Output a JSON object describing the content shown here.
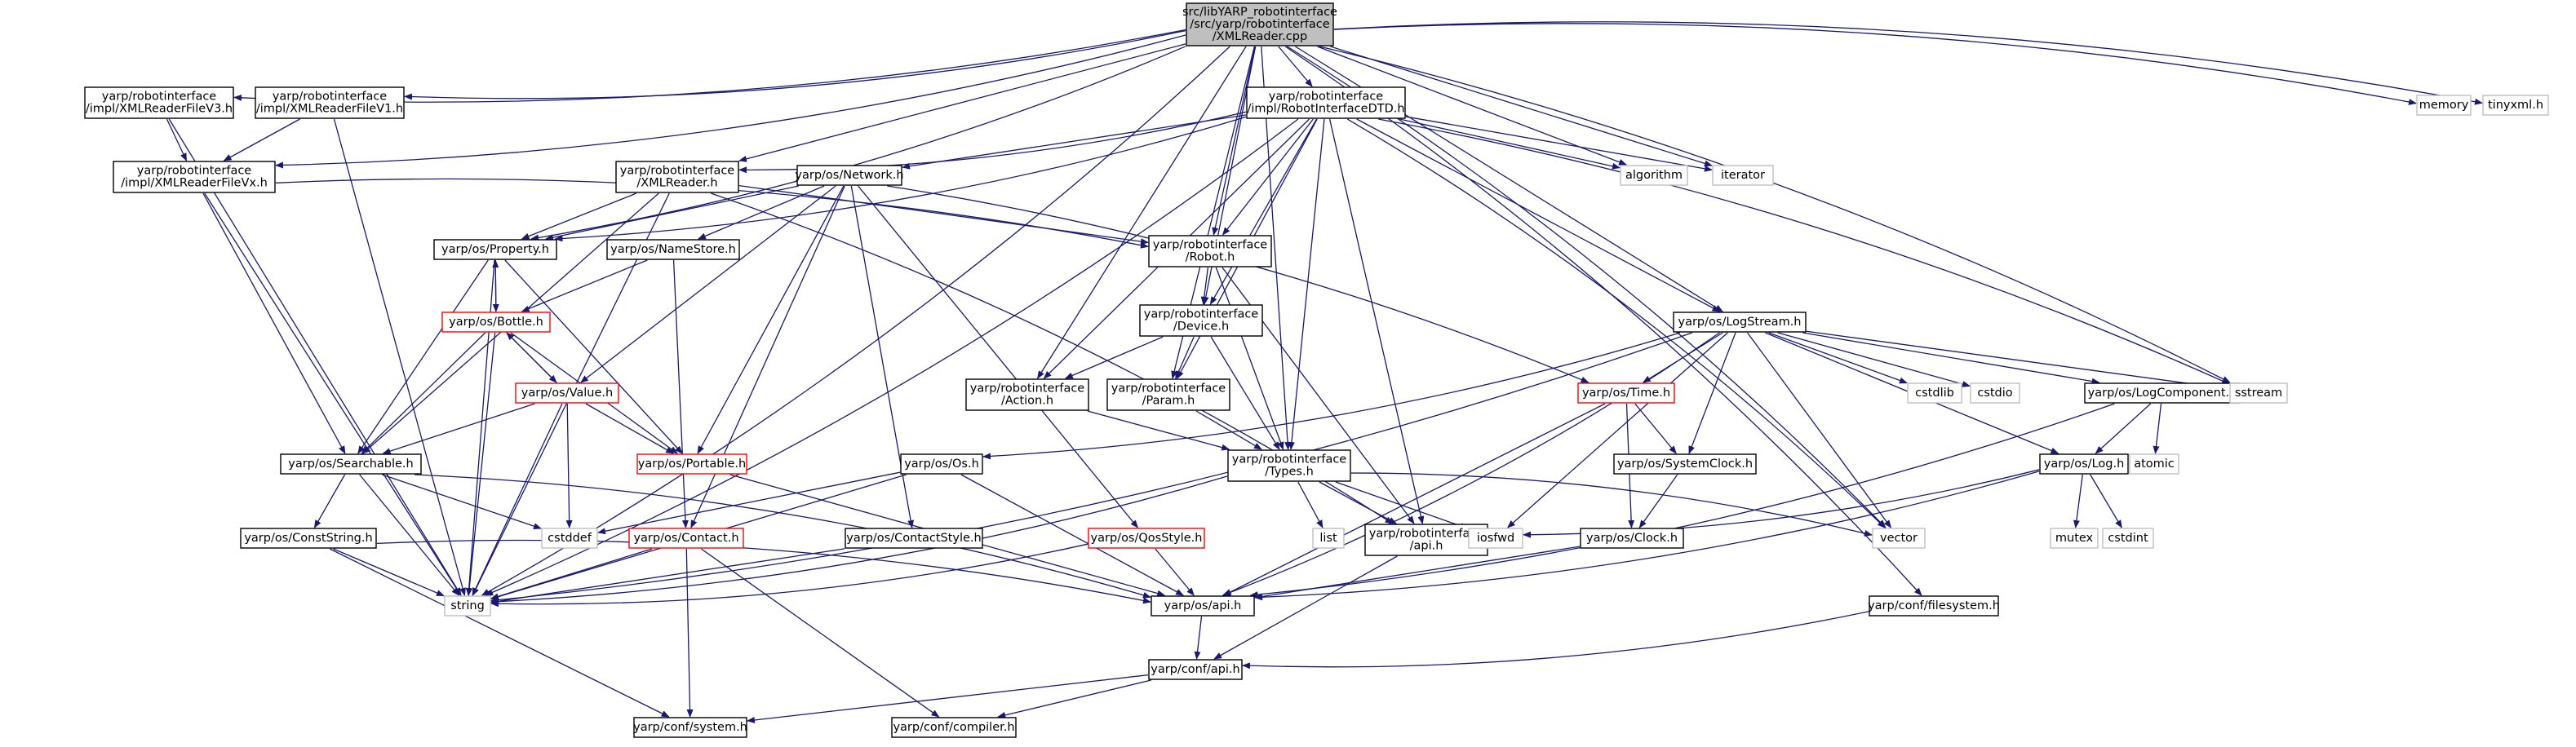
{
  "colors": {
    "edge": "#191970",
    "root_fill": "#bfbfbf",
    "node_border": "#000000",
    "missing_border": "#bfbfbf",
    "linked_border": "#ff0000",
    "text": "#000000"
  },
  "nodes": [
    {
      "id": "root",
      "kind": "root",
      "lines": [
        "src/libYARP_robotinterface",
        "/src/yarp/robotinterface",
        "/XMLReader.cpp"
      ]
    },
    {
      "id": "v3",
      "kind": "doc",
      "lines": [
        "yarp/robotinterface",
        "/impl/XMLReaderFileV3.h"
      ]
    },
    {
      "id": "v1",
      "kind": "doc",
      "lines": [
        "yarp/robotinterface",
        "/impl/XMLReaderFileV1.h"
      ]
    },
    {
      "id": "vx",
      "kind": "doc",
      "lines": [
        "yarp/robotinterface",
        "/impl/XMLReaderFileVx.h"
      ]
    },
    {
      "id": "dtd",
      "kind": "doc",
      "lines": [
        "yarp/robotinterface",
        "/impl/RobotInterfaceDTD.h"
      ]
    },
    {
      "id": "xmlreader",
      "kind": "doc",
      "lines": [
        "yarp/robotinterface",
        "/XMLReader.h"
      ]
    },
    {
      "id": "network",
      "kind": "doc",
      "lines": [
        "yarp/os/Network.h"
      ]
    },
    {
      "id": "property",
      "kind": "doc",
      "lines": [
        "yarp/os/Property.h"
      ]
    },
    {
      "id": "namestore",
      "kind": "doc",
      "lines": [
        "yarp/os/NameStore.h"
      ]
    },
    {
      "id": "bottle",
      "kind": "linked",
      "lines": [
        "yarp/os/Bottle.h"
      ]
    },
    {
      "id": "value",
      "kind": "linked",
      "lines": [
        "yarp/os/Value.h"
      ]
    },
    {
      "id": "portable",
      "kind": "linked",
      "lines": [
        "yarp/os/Portable.h"
      ]
    },
    {
      "id": "searchable",
      "kind": "doc",
      "lines": [
        "yarp/os/Searchable.h"
      ]
    },
    {
      "id": "conststring",
      "kind": "doc",
      "lines": [
        "yarp/os/ConstString.h"
      ]
    },
    {
      "id": "contact",
      "kind": "linked",
      "lines": [
        "yarp/os/Contact.h"
      ]
    },
    {
      "id": "contactstyle",
      "kind": "doc",
      "lines": [
        "yarp/os/ContactStyle.h"
      ]
    },
    {
      "id": "qosstyle",
      "kind": "linked",
      "lines": [
        "yarp/os/QosStyle.h"
      ]
    },
    {
      "id": "os",
      "kind": "doc",
      "lines": [
        "yarp/os/Os.h"
      ]
    },
    {
      "id": "robot",
      "kind": "doc",
      "lines": [
        "yarp/robotinterface",
        "/Robot.h"
      ]
    },
    {
      "id": "device",
      "kind": "doc",
      "lines": [
        "yarp/robotinterface",
        "/Device.h"
      ]
    },
    {
      "id": "action",
      "kind": "doc",
      "lines": [
        "yarp/robotinterface",
        "/Action.h"
      ]
    },
    {
      "id": "param",
      "kind": "doc",
      "lines": [
        "yarp/robotinterface",
        "/Param.h"
      ]
    },
    {
      "id": "types",
      "kind": "doc",
      "lines": [
        "yarp/robotinterface",
        "/Types.h"
      ]
    },
    {
      "id": "riapi",
      "kind": "doc",
      "lines": [
        "yarp/robotinterface",
        "/api.h"
      ]
    },
    {
      "id": "osapi",
      "kind": "doc",
      "lines": [
        "yarp/os/api.h"
      ]
    },
    {
      "id": "confapi",
      "kind": "doc",
      "lines": [
        "yarp/conf/api.h"
      ]
    },
    {
      "id": "system",
      "kind": "doc",
      "lines": [
        "yarp/conf/system.h"
      ]
    },
    {
      "id": "compiler",
      "kind": "doc",
      "lines": [
        "yarp/conf/compiler.h"
      ]
    },
    {
      "id": "filesystem",
      "kind": "doc",
      "lines": [
        "yarp/conf/filesystem.h"
      ]
    },
    {
      "id": "logstream",
      "kind": "doc",
      "lines": [
        "yarp/os/LogStream.h"
      ]
    },
    {
      "id": "time",
      "kind": "linked",
      "lines": [
        "yarp/os/Time.h"
      ]
    },
    {
      "id": "systemclock",
      "kind": "doc",
      "lines": [
        "yarp/os/SystemClock.h"
      ]
    },
    {
      "id": "clock",
      "kind": "doc",
      "lines": [
        "yarp/os/Clock.h"
      ]
    },
    {
      "id": "logcomponent",
      "kind": "doc",
      "lines": [
        "yarp/os/LogComponent.h"
      ]
    },
    {
      "id": "log",
      "kind": "doc",
      "lines": [
        "yarp/os/Log.h"
      ]
    },
    {
      "id": "string",
      "kind": "missing",
      "lines": [
        "string"
      ]
    },
    {
      "id": "cstddef",
      "kind": "missing",
      "lines": [
        "cstddef"
      ]
    },
    {
      "id": "list",
      "kind": "missing",
      "lines": [
        "list"
      ]
    },
    {
      "id": "iosfwd",
      "kind": "missing",
      "lines": [
        "iosfwd"
      ]
    },
    {
      "id": "vector",
      "kind": "missing",
      "lines": [
        "vector"
      ]
    },
    {
      "id": "mutex",
      "kind": "missing",
      "lines": [
        "mutex"
      ]
    },
    {
      "id": "cstdint",
      "kind": "missing",
      "lines": [
        "cstdint"
      ]
    },
    {
      "id": "atomic",
      "kind": "missing",
      "lines": [
        "atomic"
      ]
    },
    {
      "id": "cstdlib",
      "kind": "missing",
      "lines": [
        "cstdlib"
      ]
    },
    {
      "id": "cstdio",
      "kind": "missing",
      "lines": [
        "cstdio"
      ]
    },
    {
      "id": "sstream",
      "kind": "missing",
      "lines": [
        "sstream"
      ]
    },
    {
      "id": "algorithm",
      "kind": "missing",
      "lines": [
        "algorithm"
      ]
    },
    {
      "id": "iterator",
      "kind": "missing",
      "lines": [
        "iterator"
      ]
    },
    {
      "id": "memory",
      "kind": "missing",
      "lines": [
        "memory"
      ]
    },
    {
      "id": "tinyxml",
      "kind": "missing",
      "lines": [
        "tinyxml.h"
      ]
    }
  ],
  "edges": [
    [
      "root",
      "string"
    ],
    [
      "root",
      "v3"
    ],
    [
      "root",
      "v1"
    ],
    [
      "root",
      "vx"
    ],
    [
      "root",
      "dtd"
    ],
    [
      "root",
      "xmlreader"
    ],
    [
      "root",
      "property"
    ],
    [
      "root",
      "action"
    ],
    [
      "root",
      "device"
    ],
    [
      "root",
      "param"
    ],
    [
      "root",
      "robot"
    ],
    [
      "root",
      "types"
    ],
    [
      "root",
      "logstream"
    ],
    [
      "root",
      "algorithm"
    ],
    [
      "root",
      "iterator"
    ],
    [
      "root",
      "sstream"
    ],
    [
      "root",
      "vector"
    ],
    [
      "root",
      "memory"
    ],
    [
      "root",
      "tinyxml"
    ],
    [
      "root",
      "filesystem"
    ],
    [
      "v3",
      "vx"
    ],
    [
      "v3",
      "string"
    ],
    [
      "v1",
      "vx"
    ],
    [
      "v1",
      "string"
    ],
    [
      "vx",
      "robot"
    ],
    [
      "vx",
      "searchable"
    ],
    [
      "vx",
      "string"
    ],
    [
      "dtd",
      "xmlreader"
    ],
    [
      "dtd",
      "network"
    ],
    [
      "dtd",
      "robot"
    ],
    [
      "dtd",
      "device"
    ],
    [
      "dtd",
      "action"
    ],
    [
      "dtd",
      "param"
    ],
    [
      "dtd",
      "types"
    ],
    [
      "dtd",
      "riapi"
    ],
    [
      "dtd",
      "algorithm"
    ],
    [
      "dtd",
      "iterator"
    ],
    [
      "dtd",
      "sstream"
    ],
    [
      "dtd",
      "vector"
    ],
    [
      "dtd",
      "logstream"
    ],
    [
      "dtd",
      "string"
    ],
    [
      "dtd",
      "property"
    ],
    [
      "xmlreader",
      "property"
    ],
    [
      "xmlreader",
      "robot"
    ],
    [
      "xmlreader",
      "riapi"
    ],
    [
      "xmlreader",
      "searchable"
    ],
    [
      "xmlreader",
      "string"
    ],
    [
      "network",
      "property"
    ],
    [
      "network",
      "namestore"
    ],
    [
      "network",
      "value"
    ],
    [
      "network",
      "portable"
    ],
    [
      "network",
      "contact"
    ],
    [
      "network",
      "contactstyle"
    ],
    [
      "network",
      "qosstyle"
    ],
    [
      "network",
      "time"
    ],
    [
      "property",
      "bottle"
    ],
    [
      "property",
      "searchable"
    ],
    [
      "property",
      "portable"
    ],
    [
      "property",
      "string"
    ],
    [
      "namestore",
      "bottle"
    ],
    [
      "namestore",
      "contact"
    ],
    [
      "bottle",
      "value"
    ],
    [
      "bottle",
      "property"
    ],
    [
      "bottle",
      "searchable"
    ],
    [
      "bottle",
      "portable"
    ],
    [
      "bottle",
      "string"
    ],
    [
      "value",
      "bottle"
    ],
    [
      "value",
      "searchable"
    ],
    [
      "value",
      "portable"
    ],
    [
      "value",
      "cstddef"
    ],
    [
      "value",
      "string"
    ],
    [
      "portable",
      "osapi"
    ],
    [
      "searchable",
      "conststring"
    ],
    [
      "searchable",
      "cstddef"
    ],
    [
      "searchable",
      "string"
    ],
    [
      "searchable",
      "osapi"
    ],
    [
      "conststring",
      "string"
    ],
    [
      "conststring",
      "system"
    ],
    [
      "conststring",
      "osapi"
    ],
    [
      "contact",
      "string"
    ],
    [
      "contact",
      "system"
    ],
    [
      "contact",
      "compiler"
    ],
    [
      "contactstyle",
      "string"
    ],
    [
      "qosstyle",
      "osapi"
    ],
    [
      "qosstyle",
      "string"
    ],
    [
      "os",
      "cstddef"
    ],
    [
      "os",
      "string"
    ],
    [
      "os",
      "osapi"
    ],
    [
      "robot",
      "device"
    ],
    [
      "robot",
      "types"
    ],
    [
      "robot",
      "riapi"
    ],
    [
      "device",
      "action"
    ],
    [
      "device",
      "param"
    ],
    [
      "device",
      "types"
    ],
    [
      "action",
      "types"
    ],
    [
      "param",
      "types"
    ],
    [
      "types",
      "riapi"
    ],
    [
      "types",
      "list"
    ],
    [
      "types",
      "iosfwd"
    ],
    [
      "types",
      "vector"
    ],
    [
      "types",
      "string"
    ],
    [
      "riapi",
      "confapi"
    ],
    [
      "osapi",
      "confapi"
    ],
    [
      "confapi",
      "system"
    ],
    [
      "confapi",
      "compiler"
    ],
    [
      "filesystem",
      "confapi"
    ],
    [
      "logstream",
      "os"
    ],
    [
      "logstream",
      "time"
    ],
    [
      "logstream",
      "systemclock"
    ],
    [
      "logstream",
      "logcomponent"
    ],
    [
      "logstream",
      "log"
    ],
    [
      "logstream",
      "cstdlib"
    ],
    [
      "logstream",
      "cstdio"
    ],
    [
      "logstream",
      "sstream"
    ],
    [
      "logstream",
      "vector"
    ],
    [
      "logstream",
      "iosfwd"
    ],
    [
      "logstream",
      "string"
    ],
    [
      "logstream",
      "osapi"
    ],
    [
      "time",
      "systemclock"
    ],
    [
      "time",
      "clock"
    ],
    [
      "time",
      "osapi"
    ],
    [
      "systemclock",
      "clock"
    ],
    [
      "clock",
      "osapi"
    ],
    [
      "logcomponent",
      "log"
    ],
    [
      "logcomponent",
      "atomic"
    ],
    [
      "logcomponent",
      "osapi"
    ],
    [
      "log",
      "iosfwd"
    ],
    [
      "log",
      "mutex"
    ],
    [
      "log",
      "cstdint"
    ],
    [
      "log",
      "osapi"
    ]
  ]
}
